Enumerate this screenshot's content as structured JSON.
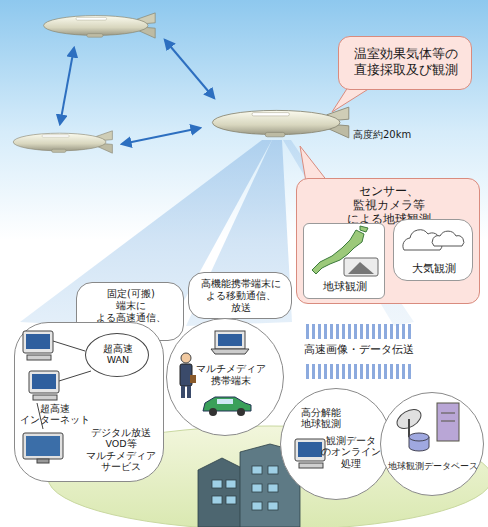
{
  "diagram": {
    "nodes": [
      {
        "text": [
          "温室効果気体等の 直接採取及び観測"
        ]
      },
      {
        "text": [
          "センサー、監視カメラ等 による地球観測"
        ]
      },
      {
        "text": [
          "地球観測"
        ],
        "in": 1
      },
      {
        "text": [
          "大気観測"
        ],
        "in": 1
      },
      {
        "text": [
          "固定(可搬)端末に よる高速通信、放送"
        ]
      },
      {
        "text": [
          "高機能携帯端末に よる移動通信、放送"
        ]
      },
      {
        "text": [
          "超高速 インターネット",
          "デジタル放送 VOD等 マルチメディア サービス"
        ]
      },
      {
        "text": [
          "超高速 WAN"
        ],
        "in": 6
      },
      {
        "text": [
          "マルチメディア 携帯端末"
        ]
      },
      {
        "text": [
          "高分解能 地球観測",
          "観測データ のオンライン 処理"
        ]
      },
      {
        "text": [
          "地球観測データベース"
        ]
      }
    ],
    "labels": [
      "高度約20km",
      "高速画像・データ伝送"
    ]
  }
}
